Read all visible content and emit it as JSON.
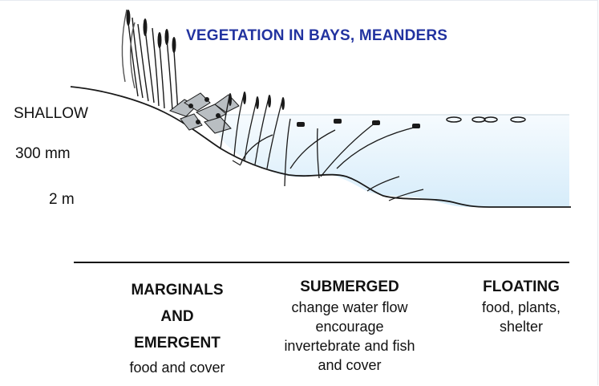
{
  "title": "VEGETATION IN BAYS, MEANDERS",
  "depth_labels": {
    "shallow": "SHALLOW",
    "mid": "300 mm",
    "deep": "2 m"
  },
  "columns": {
    "marginals": {
      "heading_line1": "MARGINALS",
      "heading_line2": "AND",
      "heading_line3": "EMERGENT",
      "desc_line1": "food and cover"
    },
    "submerged": {
      "heading": "SUBMERGED",
      "desc_line1": "change water flow",
      "desc_line2": "encourage",
      "desc_line3": "invertebrate and fish",
      "desc_line4": "and cover"
    },
    "floating": {
      "heading": "FLOATING",
      "desc_line1": "food, plants,",
      "desc_line2": "shelter"
    }
  },
  "colors": {
    "title": "#2233a0",
    "water_top": "#f6fbfe",
    "water_bottom": "#d6ecfa",
    "ink": "#1a1a1a",
    "leaf": "#b9bec2"
  }
}
